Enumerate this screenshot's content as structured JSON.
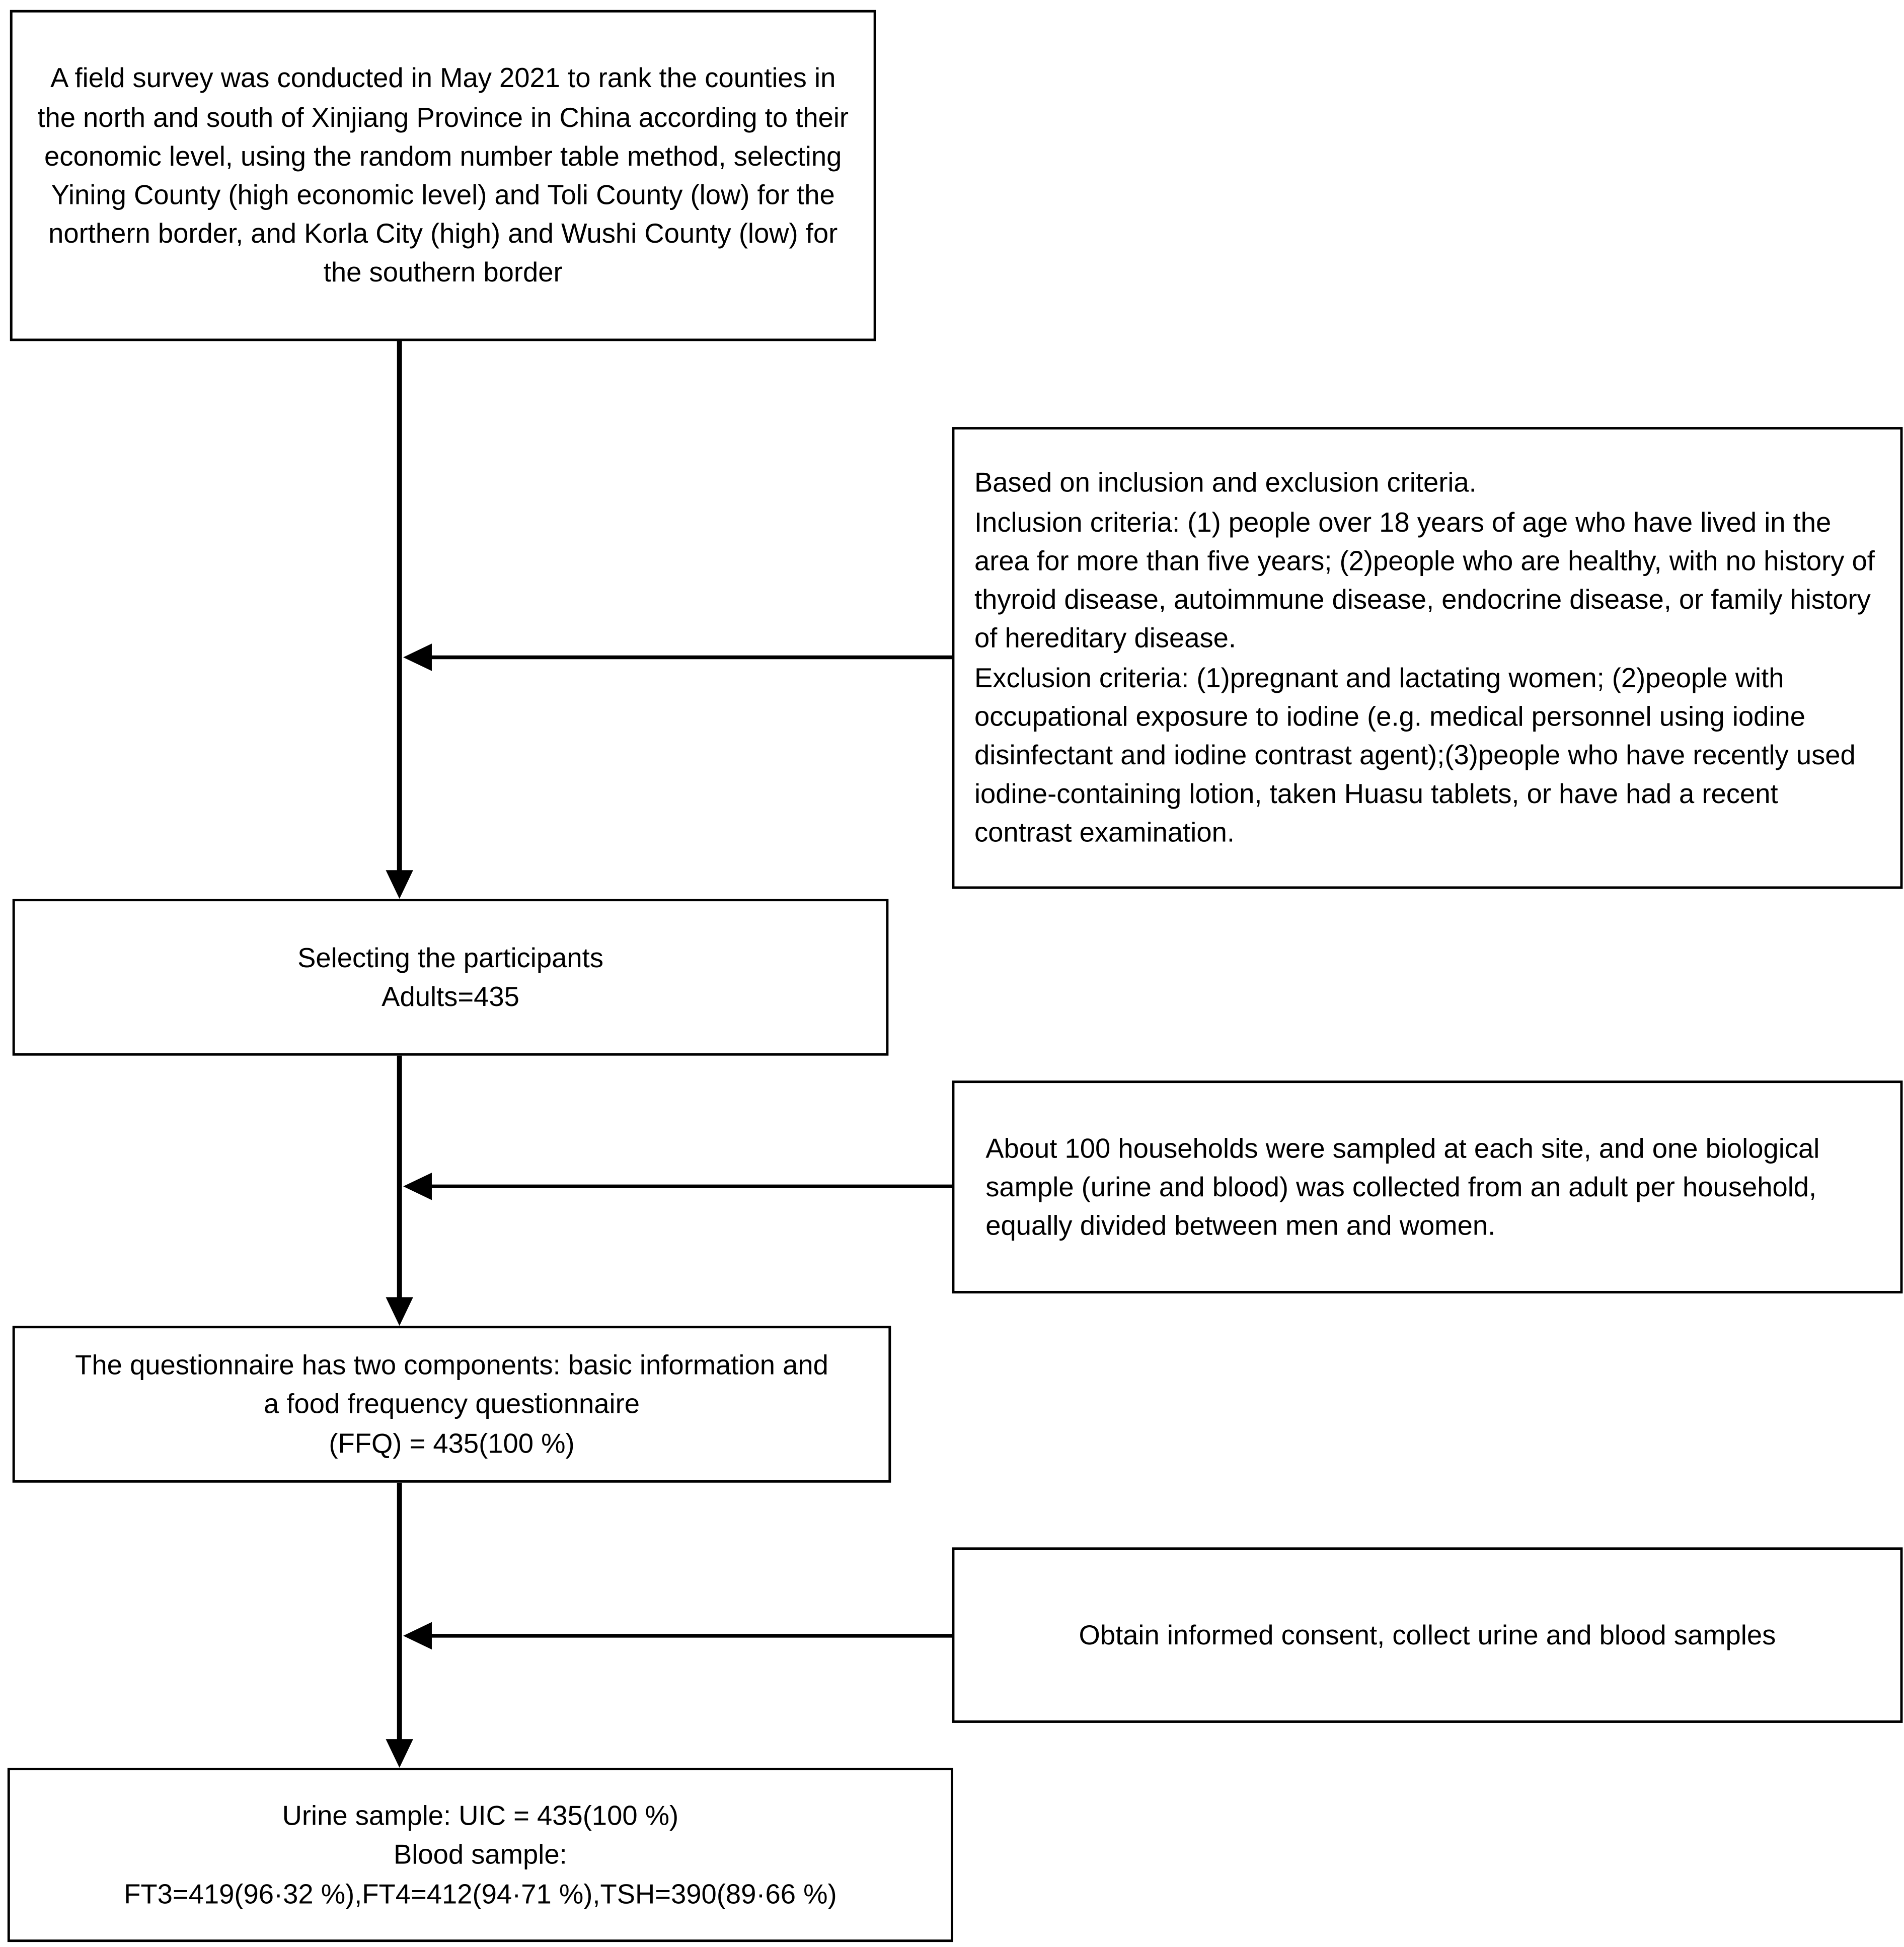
{
  "flowchart": {
    "survey_box": "A field survey was conducted in May 2021 to rank the counties in the north and south of Xinjiang Province in China according to their economic level, using the random number table method, selecting Yining County (high economic level) and Toli County (low) for the northern border, and Korla City (high) and Wushi County (low) for the southern border",
    "criteria_box": "Based on inclusion and exclusion criteria.\nInclusion criteria: (1) people over 18 years of age who have lived in the area for more than five years; (2)people who are healthy, with no history of thyroid disease, autoimmune disease, endocrine disease, or family history of hereditary disease.\nExclusion criteria: (1)pregnant and lactating women; (2)people with occupational exposure to iodine (e.g. medical personnel using iodine disinfectant and iodine contrast agent);(3)people who have recently used iodine-containing lotion, taken Huasu tablets, or have had a recent contrast examination.",
    "participants_box": "Selecting the participants\nAdults=435",
    "households_box": "About 100 households were sampled at each site, and one biological sample (urine and blood) was collected from an adult per household, equally divided between men and women.",
    "questionnaire_box": "The questionnaire has two components: basic information and\na food frequency questionnaire\n(FFQ) = 435(100 %)",
    "consent_box": "Obtain informed consent, collect urine and blood samples",
    "samples_box": "Urine sample: UIC = 435(100 %)\nBlood sample:\nFT3=419(96·32 %),FT4=412(94·71 %),TSH=390(89·66 %)"
  }
}
